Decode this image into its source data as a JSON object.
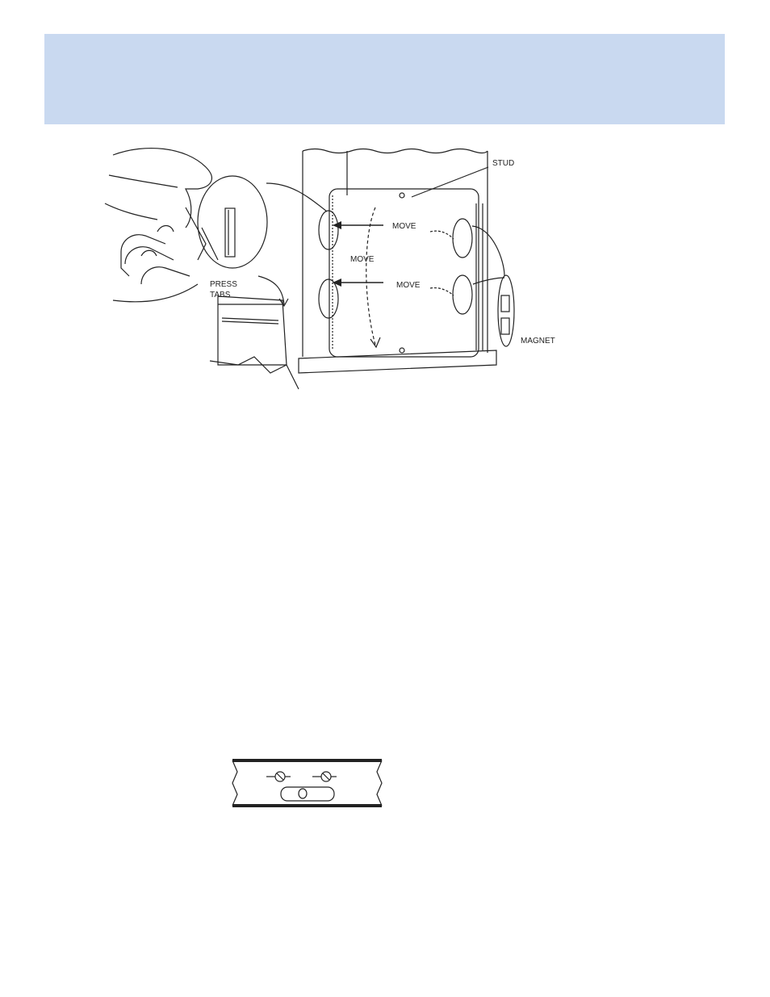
{
  "header": {
    "band_color": "#c9d9f0"
  },
  "figure": {
    "labels": {
      "stud": "STUD",
      "move_upper": "MOVE",
      "move_left": "MOVE",
      "move_lower": "MOVE",
      "press": "PRESS",
      "tabs": "TABS",
      "magnet": "MAGNET"
    }
  }
}
